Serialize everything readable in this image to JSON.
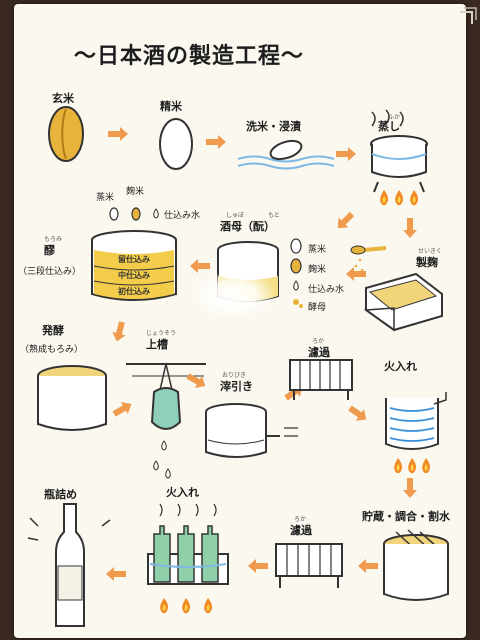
{
  "title": "〜日本酒の製造工程〜",
  "steps": {
    "genmai": "玄米",
    "seimai": "精米",
    "senmai": "洗米・浸漬",
    "mushi": "蒸し",
    "mushi_ruby": "ふか",
    "seikiku": "製麹",
    "seikiku_ruby": "せいきく",
    "shubo": "酒母（酛）",
    "shubo_ruby_1": "しゅぼ",
    "shubo_ruby_2": "もと",
    "moromi": "醪",
    "moromi_ruby": "もろみ",
    "moromi_sub": "（三段仕込み）",
    "hakko": "発酵",
    "hakko_sub": "（熟成もろみ）",
    "joso": "上槽",
    "joso_ruby": "じょうそう",
    "oribiki": "滓引き",
    "oribiki_ruby": "おりびき",
    "roka_1": "濾過",
    "roka_1_ruby": "ろか",
    "hiire_1": "火入れ",
    "chozo": "貯蔵・調合・割水",
    "roka_2": "濾過",
    "roka_2_ruby": "ろか",
    "hiire_2": "火入れ",
    "binzume": "瓶詰め"
  },
  "moromi_inputs": [
    "蒸米",
    "麹米",
    "仕込み水"
  ],
  "shubo_inputs": [
    "蒸米",
    "麹米",
    "仕込み水",
    "酵母"
  ],
  "moromi_stages": [
    "留仕込み",
    "中仕込み",
    "初仕込み"
  ],
  "colors": {
    "poster": "#fbf8ef",
    "rice": "#e8b33a",
    "arrow": "#ef9a4c",
    "flame": "#f08a24",
    "water": "#7fb8e3",
    "bottle": "#8fd0a8"
  },
  "icons": {
    "arrows": "arrow-icon",
    "flames": "flame-icon"
  }
}
